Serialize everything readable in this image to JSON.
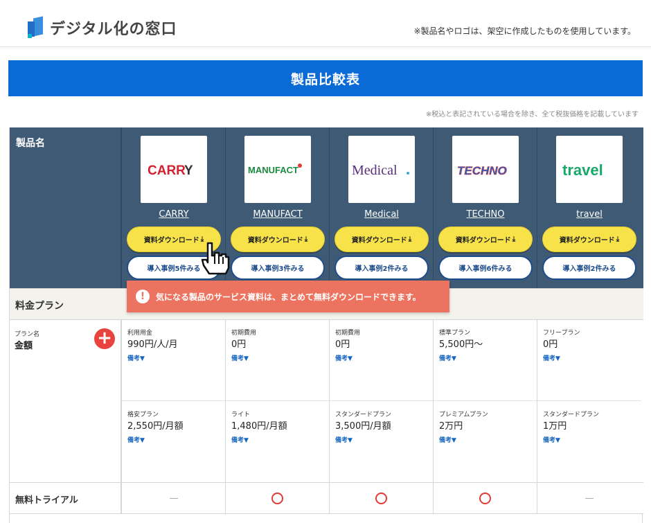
{
  "header": {
    "logo_text": "デジタル化の窓口",
    "note": "※製品名やロゴは、架空に作成したものを使用しています。"
  },
  "page_title": "製品比較表",
  "tax_note": "※税込と表記されている場合を除き、全て税抜価格を記載しています",
  "products_label": "製品名",
  "download_label": "資料ダウンロード",
  "products": [
    {
      "name": "CARRY",
      "logo": "CARRY",
      "case_label": "導入事例5件みる"
    },
    {
      "name": "MANUFACT",
      "logo": "MANUFACT",
      "case_label": "導入事例3件みる"
    },
    {
      "name": "Medical",
      "logo": "Medical.",
      "case_label": "導入事例2件みる"
    },
    {
      "name": "TECHNO",
      "logo": "TECHNO",
      "case_label": "導入事例6件みる"
    },
    {
      "name": "travel",
      "logo": "travel",
      "case_label": "導入事例2件みる"
    }
  ],
  "plan_section": "料金プラン",
  "price_row": {
    "small_label": "プラン名",
    "label": "金額",
    "note_label": "備考▼",
    "cells": [
      [
        {
          "plan": "利用用金",
          "price": "990円/人/月"
        },
        {
          "plan": "格安プラン",
          "price": "2,550円/月額"
        }
      ],
      [
        {
          "plan": "初期費用",
          "price": "0円"
        },
        {
          "plan": "ライト",
          "price": "1,480円/月額"
        }
      ],
      [
        {
          "plan": "初期費用",
          "price": "0円"
        },
        {
          "plan": "スタンダードプラン",
          "price": "3,500円/月額"
        }
      ],
      [
        {
          "plan": "標準プラン",
          "price": "5,500円〜"
        },
        {
          "plan": "プレミアムプラン",
          "price": "2万円"
        }
      ],
      [
        {
          "plan": "フリープラン",
          "price": "0円"
        },
        {
          "plan": "スタンダードプラン",
          "price": "1万円"
        }
      ]
    ]
  },
  "trial_row": {
    "label": "無料トライアル",
    "values": [
      "—",
      "○",
      "○",
      "○",
      "—"
    ]
  },
  "toast": {
    "icon": "!",
    "text": "気になる製品のサービス資料は、まとめて無料ダウンロードできます。"
  },
  "colors": {
    "title_blue": "#0b6bd6",
    "header_row": "#3e5a74",
    "download_yellow": "#f7e24a",
    "toast_red": "#ec7360"
  }
}
